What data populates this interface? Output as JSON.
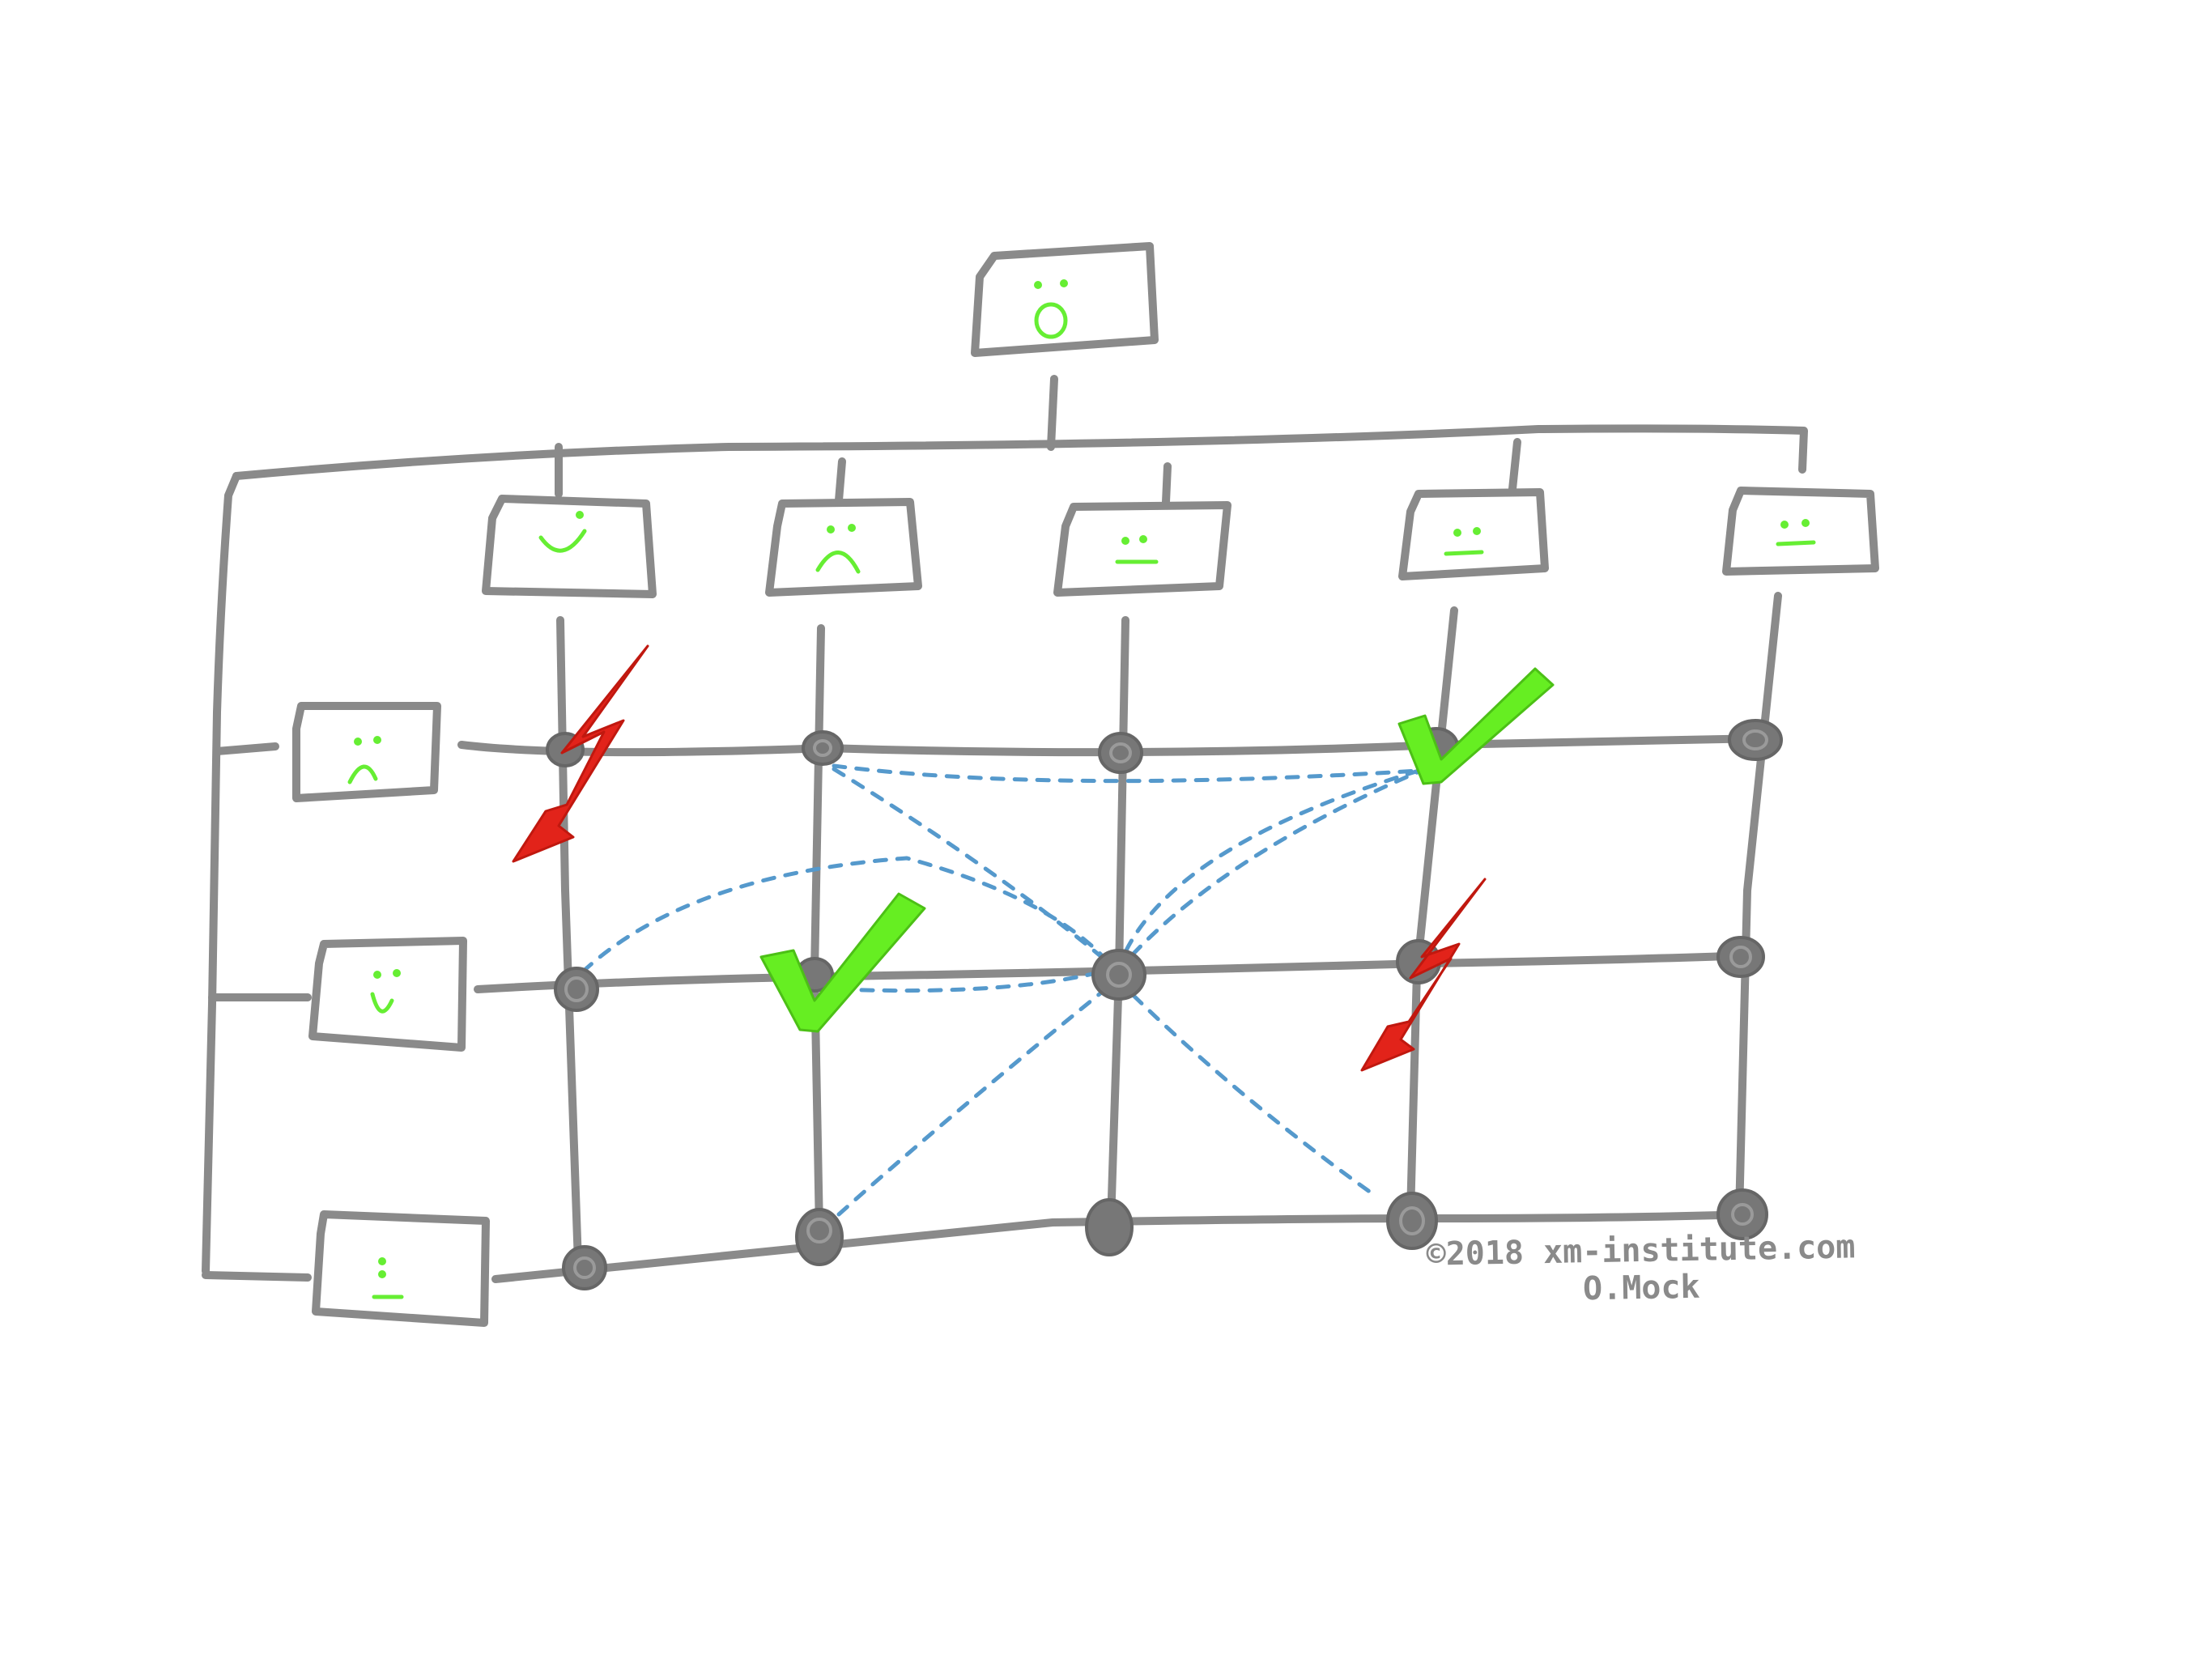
{
  "diagram": {
    "top_manager": {
      "mood": "surprised"
    },
    "column_heads": [
      {
        "mood": "happy"
      },
      {
        "mood": "sad"
      },
      {
        "mood": "neutral"
      },
      {
        "mood": "neutral"
      },
      {
        "mood": "neutral"
      }
    ],
    "row_heads": [
      {
        "mood": "sad"
      },
      {
        "mood": "happy"
      },
      {
        "mood": "neutral"
      }
    ],
    "markers": [
      {
        "type": "conflict",
        "row": 1,
        "col": 1,
        "color": "#e2231a"
      },
      {
        "type": "ok",
        "row": 1,
        "col": 4,
        "color": "#66ee22"
      },
      {
        "type": "ok",
        "row": 2,
        "col": 2,
        "color": "#66ee22"
      },
      {
        "type": "conflict",
        "row": 2,
        "col": 4,
        "color": "#e2231a"
      }
    ],
    "connection_color": "#5599cc",
    "face_color": "#66ee33",
    "line_color": "#8a8a8a"
  },
  "credit": {
    "line1": "©2018 xm-institute.com",
    "line2": "O.Mock"
  }
}
